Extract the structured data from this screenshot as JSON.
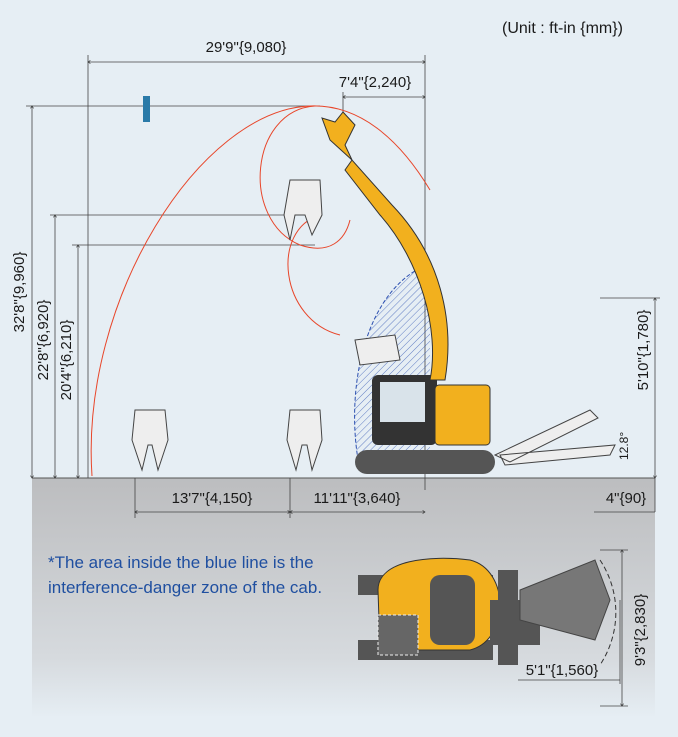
{
  "unit_label": "(Unit : ft-in {mm})",
  "dimensions": {
    "max_reach": "29'9\"{9,080}",
    "min_front_clearance": "7'4\"{2,240}",
    "max_height": "32'8\"{9,960}",
    "height_2": "22'8\"{6,920}",
    "height_3": "20'4\"{6,210}",
    "blade_height": "5'10\"{1,780}",
    "blade_angle": "12.8°",
    "reach_1": "13'7\"{4,150}",
    "reach_2": "11'11\"{3,640}",
    "blade_depth": "4\"{90}",
    "overall_width": "9'3\"{2,830}",
    "blade_length": "5'1\"{1,560}"
  },
  "note": "*The area inside the blue line is the interference-danger zone of the cab.",
  "colors": {
    "machine": "#f2b01e",
    "reach_arc": "#e8462a",
    "danger_zone": "#2b4fb0",
    "note_text": "#1f4fa0",
    "marker": "#2a7aa8"
  }
}
